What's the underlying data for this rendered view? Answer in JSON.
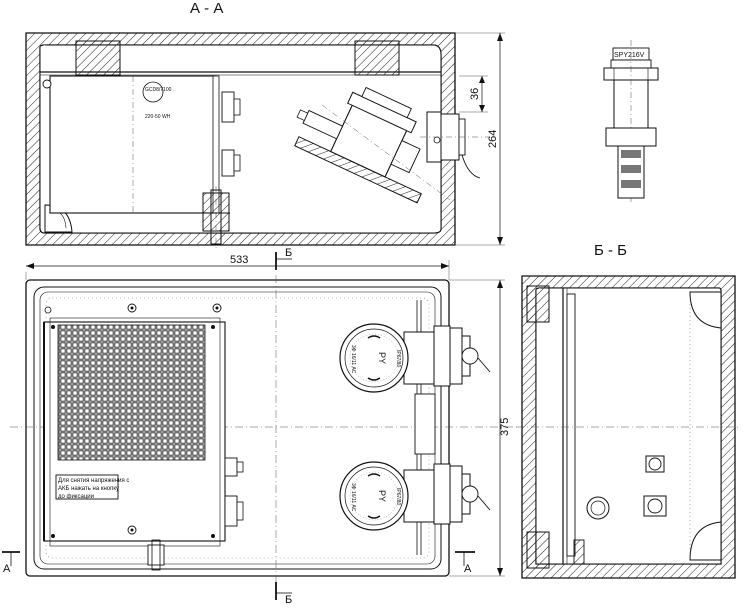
{
  "sections": {
    "aa_title": "А - А",
    "bb_title": "Б - Б"
  },
  "dimensions": {
    "height_264": "264",
    "offset_36": "36",
    "width_533": "533",
    "depth_375": "375"
  },
  "cut_marks": {
    "a_left": "A",
    "a_right": "A",
    "b_top": "Б",
    "b_bottom": "Б"
  },
  "part_labels": {
    "spy216v": "SPY216V",
    "socket_ru": "PY"
  },
  "warning_plate": {
    "line1": "Для снятия напряжения с",
    "line2": "АКБ нажать на кнопку",
    "line3": "до фиксации"
  }
}
